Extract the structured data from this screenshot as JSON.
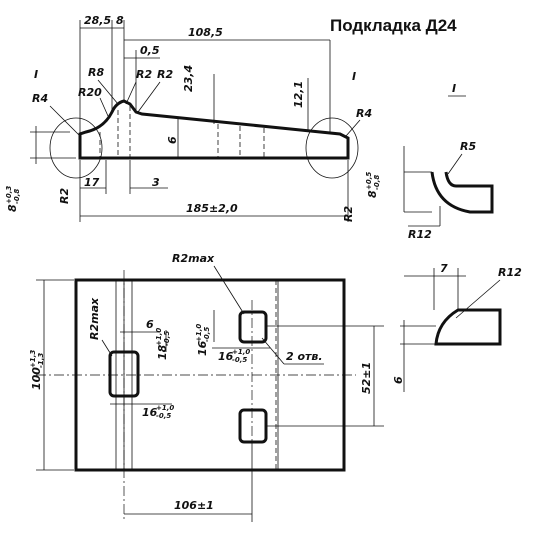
{
  "title": "Подкладка Д24",
  "section_marker": "I",
  "side_view": {
    "dim_top_left": "28,5",
    "dim_top_mid": "8",
    "dim_top_long": "108,5",
    "dim_05": "0,5",
    "r8": "R8",
    "r20": "R20",
    "r2_a": "R2",
    "r2_b": "R2",
    "r4_left": "R4",
    "r4_right": "R4",
    "h_234": "23,4",
    "h_6": "6",
    "h_121": "12,1",
    "dim_17": "17",
    "dim_3": "3",
    "r2_bottom_left": "R2",
    "r2_bottom_right": "R2",
    "thick_left_main": "8",
    "thick_left_tol_up": "+0,3",
    "thick_left_tol_dn": "-0,8",
    "thick_right_main": "8",
    "thick_right_tol_up": "+0,5",
    "thick_right_tol_dn": "-0,8",
    "length": "185±2,0"
  },
  "detail_i": {
    "label": "I",
    "r5": "R5",
    "r12": "R12"
  },
  "plan_view": {
    "r2max_top": "R2max",
    "r2max_left": "R2max",
    "height_main": "100",
    "height_tol_up": "+1,3",
    "height_tol_dn": "-1,3",
    "dim_6": "6",
    "dim_18_main": "18",
    "dim_18_tol_up": "+1,0",
    "dim_18_tol_dn": "-0,5",
    "dim_16a_main": "16",
    "dim_16a_tol_up": "+1,0",
    "dim_16a_tol_dn": "-0,5",
    "dim_16b_main": "16",
    "dim_16b_tol_up": "+1,0",
    "dim_16b_tol_dn": "-0,5",
    "dim_16c_main": "16",
    "dim_16c_tol_up": "+1,0",
    "dim_16c_tol_dn": "-0,5",
    "holes_note": "2 отв.",
    "dim_52": "52±1",
    "dim_106": "106±1"
  },
  "edge_detail": {
    "dim_7": "7",
    "r12": "R12",
    "dim_6": "6"
  }
}
